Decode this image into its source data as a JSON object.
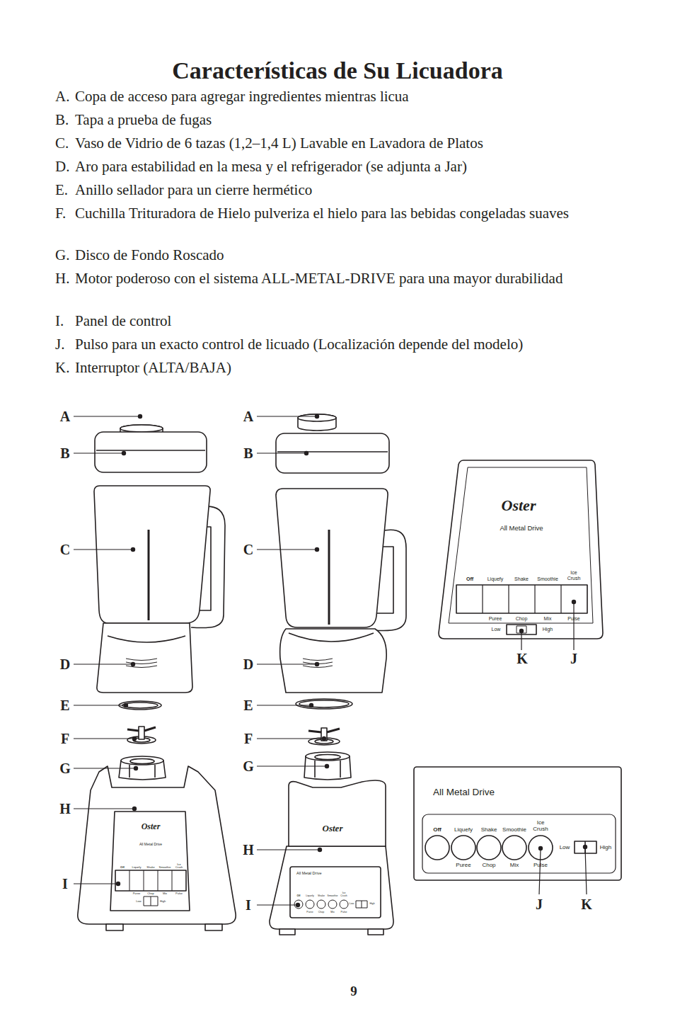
{
  "diagram": {
    "title": "Características de Su Licuadora",
    "nodes": [
      {
        "text": [
          "Oster",
          "All Metal Drive",
          "Off",
          "Liquefy",
          "Shake",
          "Smoothie",
          "Ice Crush",
          "Puree",
          "Chop",
          "Mix",
          "Pulse",
          "Low",
          "High"
        ]
      },
      {
        "text": [
          "All Metal Drive",
          "Off",
          "Liquefy",
          "Shake",
          "Smoothie",
          "Ice Crush",
          "Puree",
          "Chop",
          "Mix",
          "Pulse",
          "Low",
          "High"
        ]
      },
      {
        "text": [
          "Oster",
          "All Metal Drive",
          "Off",
          "Liquefy",
          "Shake",
          "Smoothie",
          "Ice Crush",
          "Puree",
          "Chop",
          "Mix",
          "Pulse",
          "Low",
          "High"
        ]
      },
      {
        "text": [
          "All Metal Drive",
          "Off",
          "Liquefy",
          "Shake",
          "Smoothie",
          "Ice Crush",
          "Puree",
          "Chop",
          "Mix",
          "Pulse",
          "Low",
          "High"
        ]
      }
    ],
    "labels": [
      "A.",
      "Copa de acceso para agregar ingredientes mientras licua",
      "B.",
      "Tapa a prueba de fugas",
      "C.",
      "Vaso de Vidrio de 6 tazas (1,2–1,4 L) Lavable en Lavadora de Platos",
      "D.",
      "Aro para estabilidad en la mesa y el refrigerador (se adjunta a Jar)",
      "E.",
      "Anillo sellador para un cierre hermético",
      "F.",
      "Cuchilla Trituradora de Hielo pulveriza el hielo para las bebidas congeladas suaves",
      "G.",
      "Disco de Fondo Roscado",
      "H.",
      "Motor poderoso con el sistema ALL-METAL-DRIVE para una mayor durabilidad",
      "I.",
      "Panel de control",
      "J.",
      "Pulso para un exacto control de licuado (Localización depende del modelo)",
      "K.",
      "Interruptor (ALTA/BAJA)",
      "A",
      "B",
      "C",
      "D",
      "E",
      "F",
      "G",
      "H",
      "I",
      "A",
      "B",
      "C",
      "D",
      "E",
      "F",
      "G",
      "H",
      "I",
      "Oster",
      "K",
      "J",
      "J",
      "K",
      "9"
    ]
  }
}
